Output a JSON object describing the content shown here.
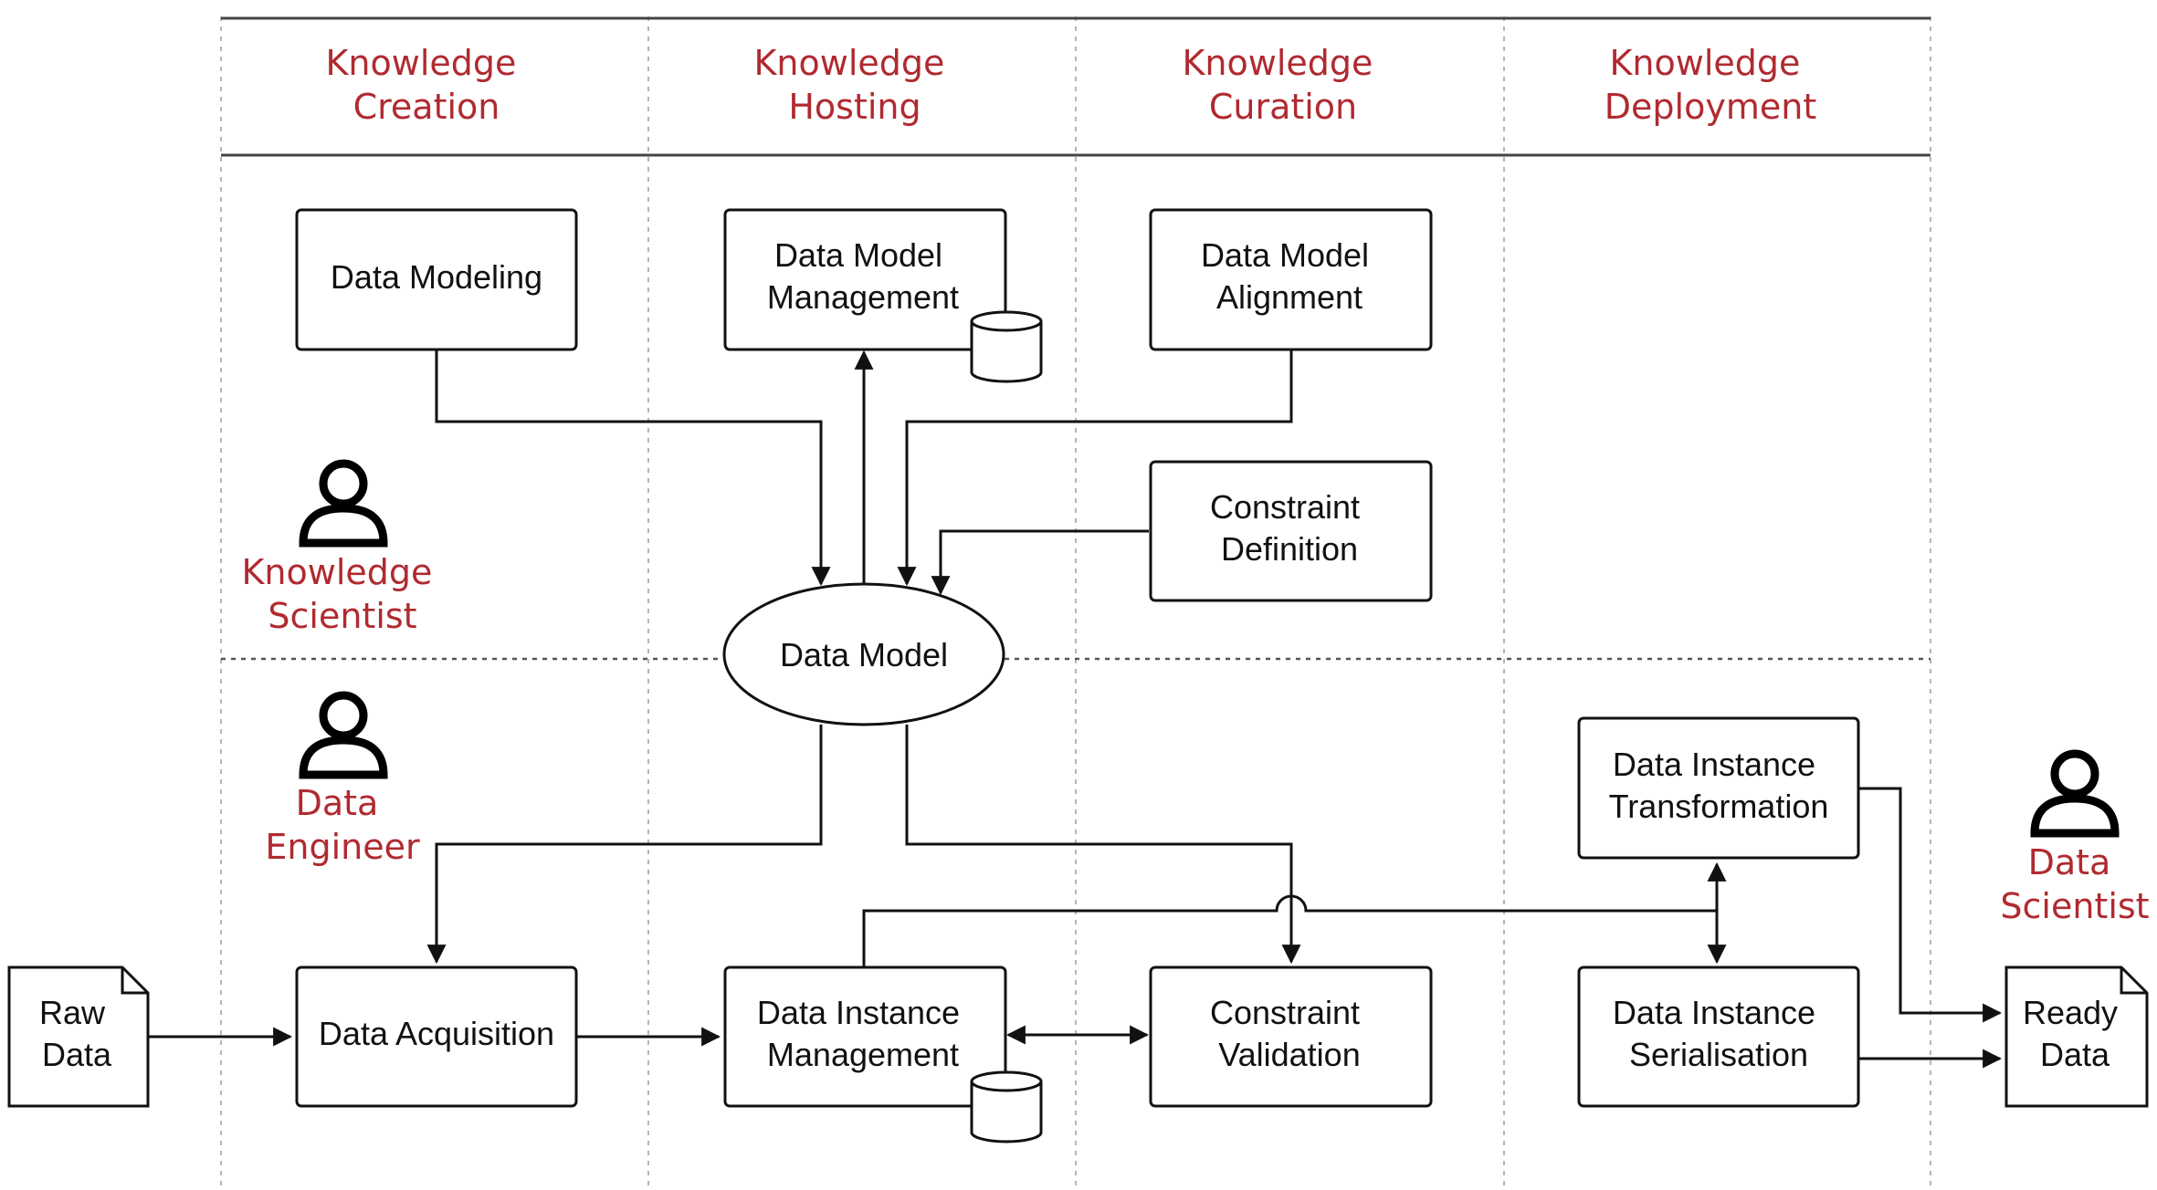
{
  "colors": {
    "accent": "#b02a30",
    "line": "#111111",
    "grid": "#b5b5b5"
  },
  "phases": [
    {
      "line1": "Knowledge",
      "line2": "Creation"
    },
    {
      "line1": "Knowledge",
      "line2": "Hosting"
    },
    {
      "line1": "Knowledge",
      "line2": "Curation"
    },
    {
      "line1": "Knowledge",
      "line2": "Deployment"
    }
  ],
  "roles": {
    "knowledge_scientist": {
      "line1": "Knowledge",
      "line2": "Scientist",
      "icon": "person-icon"
    },
    "data_engineer": {
      "line1": "Data",
      "line2": "Engineer",
      "icon": "person-icon"
    },
    "data_scientist": {
      "line1": "Data",
      "line2": "Scientist",
      "icon": "person-icon"
    }
  },
  "nodes": {
    "data_modeling": {
      "line1": "Data Modeling"
    },
    "data_model_management": {
      "line1": "Data Model",
      "line2": "Management",
      "icon": "database-icon"
    },
    "data_model_alignment": {
      "line1": "Data Model",
      "line2": "Alignment"
    },
    "constraint_definition": {
      "line1": "Constraint",
      "line2": "Definition"
    },
    "data_model": {
      "line1": "Data Model"
    },
    "data_instance_transformation": {
      "line1": "Data Instance",
      "line2": "Transformation"
    },
    "raw_data": {
      "line1": "Raw",
      "line2": "Data",
      "icon": "document-icon"
    },
    "data_acquisition": {
      "line1": "Data Acquisition"
    },
    "data_instance_management": {
      "line1": "Data Instance",
      "line2": "Management",
      "icon": "database-icon"
    },
    "constraint_validation": {
      "line1": "Constraint",
      "line2": "Validation"
    },
    "data_instance_serialisation": {
      "line1": "Data Instance",
      "line2": "Serialisation"
    },
    "ready_data": {
      "line1": "Ready",
      "line2": "Data",
      "icon": "document-icon"
    }
  }
}
